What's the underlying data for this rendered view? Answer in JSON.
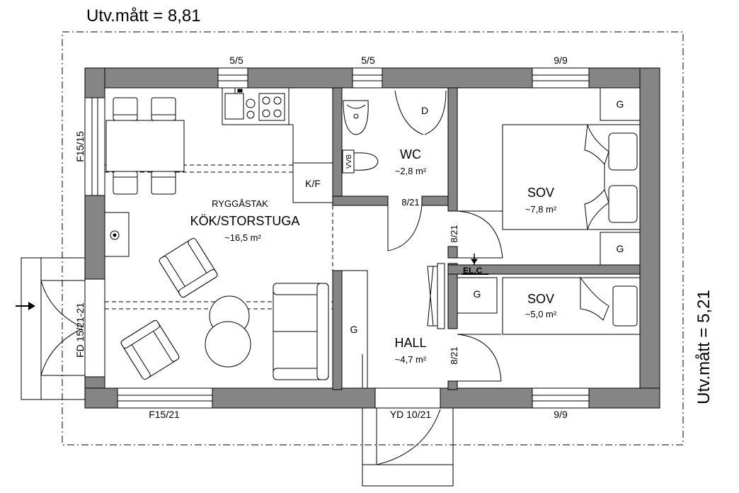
{
  "dimensions": {
    "width_label": "Utv.mått = 8,81",
    "height_label": "Utv.mått = 5,21"
  },
  "rooms": {
    "kitchen": {
      "note": "RYGGÅSTAK",
      "name": "KÖK/STORSTUGA",
      "area": "~16,5 m²"
    },
    "wc": {
      "name": "WC",
      "area": "~2,8 m²"
    },
    "bedroom1": {
      "name": "SOV",
      "area": "~7,8 m²"
    },
    "bedroom2": {
      "name": "SOV",
      "area": "~5,0 m²"
    },
    "hall": {
      "name": "HALL",
      "area": "~4,7 m²"
    }
  },
  "openings": {
    "kitchen_top_window": "5/5",
    "wc_top_window": "5/5",
    "bedroom_top_window": "9/9",
    "left_window": "F15/15",
    "entry_door": "FD 15/21-21",
    "bottom_left_window": "F15/21",
    "outer_door": "YD 10/21",
    "bottom_right_window": "9/9",
    "wc_door": "8/21",
    "bedroom1_door": "8/21",
    "bedroom2_door": "8/21"
  },
  "fixtures": {
    "kf": "K/F",
    "dryer": "D",
    "wardrobe_b1_top": "G",
    "wardrobe_b1_bottom": "G",
    "wardrobe_b2": "G",
    "wardrobe_hall": "G",
    "electric_cabinet": "EL.C",
    "wc_seat_text": "VVB"
  },
  "colors": {
    "wall": "#858585",
    "line": "#000000",
    "background": "#ffffff"
  }
}
